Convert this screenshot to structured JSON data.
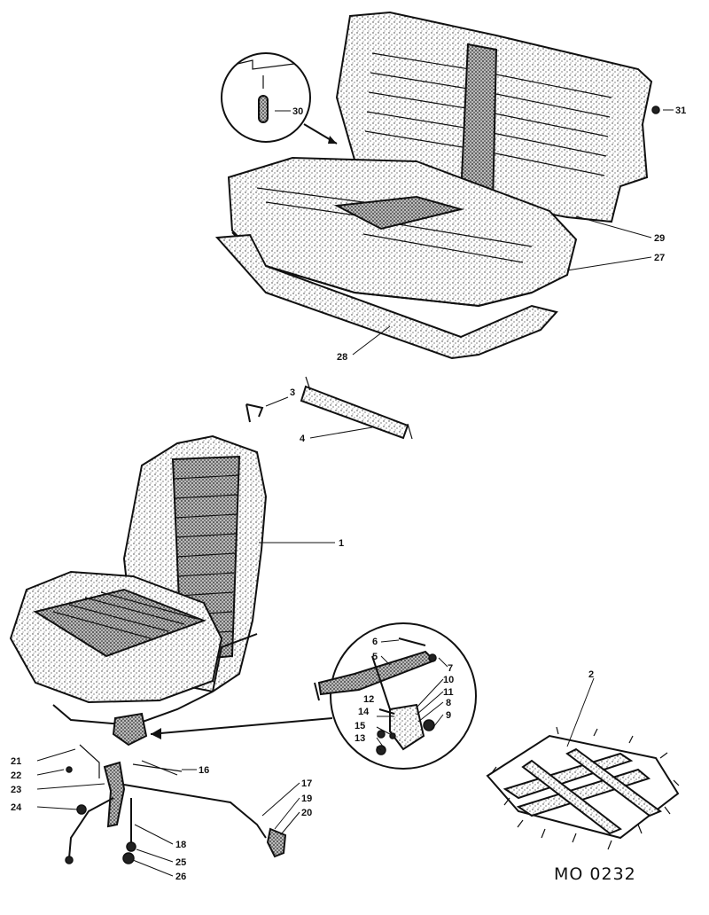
{
  "figure": {
    "reference_code": "MO 0232"
  },
  "callouts": [
    {
      "id": "c1",
      "text": "1"
    },
    {
      "id": "c2",
      "text": "2"
    },
    {
      "id": "c3",
      "text": "3"
    },
    {
      "id": "c4",
      "text": "4"
    },
    {
      "id": "c5",
      "text": "5"
    },
    {
      "id": "c6",
      "text": "6"
    },
    {
      "id": "c7",
      "text": "7"
    },
    {
      "id": "c8",
      "text": "8"
    },
    {
      "id": "c9",
      "text": "9"
    },
    {
      "id": "c10",
      "text": "10"
    },
    {
      "id": "c11",
      "text": "11"
    },
    {
      "id": "c12",
      "text": "12"
    },
    {
      "id": "c13",
      "text": "13"
    },
    {
      "id": "c14",
      "text": "14"
    },
    {
      "id": "c15",
      "text": "15"
    },
    {
      "id": "c16",
      "text": "16"
    },
    {
      "id": "c17",
      "text": "17"
    },
    {
      "id": "c18",
      "text": "18"
    },
    {
      "id": "c19",
      "text": "19"
    },
    {
      "id": "c20",
      "text": "20"
    },
    {
      "id": "c21",
      "text": "21"
    },
    {
      "id": "c22",
      "text": "22"
    },
    {
      "id": "c23",
      "text": "23"
    },
    {
      "id": "c24",
      "text": "24"
    },
    {
      "id": "c25",
      "text": "25"
    },
    {
      "id": "c26",
      "text": "26"
    },
    {
      "id": "c27",
      "text": "27"
    },
    {
      "id": "c28",
      "text": "28"
    },
    {
      "id": "c29",
      "text": "29"
    },
    {
      "id": "c30",
      "text": "30"
    },
    {
      "id": "c31",
      "text": "31"
    }
  ]
}
